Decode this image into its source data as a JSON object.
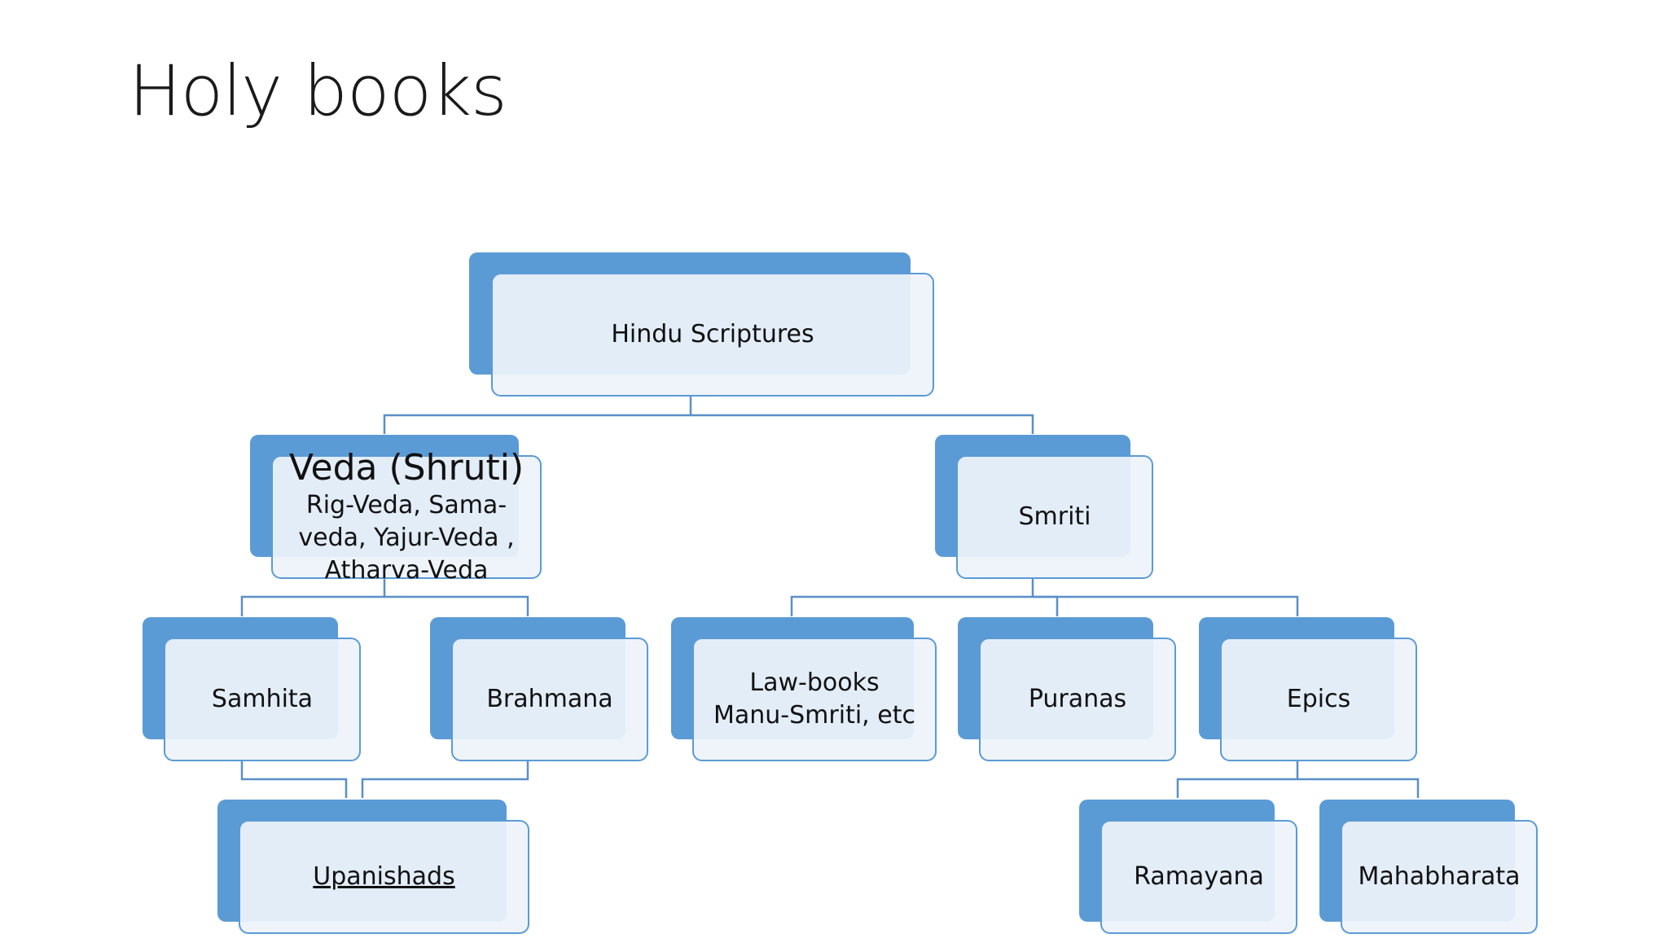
{
  "slide": {
    "title": "Holy books"
  },
  "diagram": {
    "root": {
      "label": "Hindu Scriptures"
    },
    "veda": {
      "label": "Veda (Shruti)",
      "detail": "Rig-Veda, Sama-veda, Yajur-Veda , Atharva-Veda"
    },
    "smriti": {
      "label": "Smriti"
    },
    "samhita": {
      "label": "Samhita"
    },
    "brahmana": {
      "label": "Brahmana"
    },
    "upanishads": {
      "label": "Upanishads"
    },
    "lawbooks": {
      "label": "Law-books",
      "detail": "Manu-Smriti, etc"
    },
    "puranas": {
      "label": "Puranas"
    },
    "epics": {
      "label": "Epics"
    },
    "ramayana": {
      "label": "Ramayana"
    },
    "mahabharata": {
      "label": "Mahabharata"
    }
  },
  "colors": {
    "accent": "#5b9bd5",
    "box_fill": "#eef3fb",
    "connector": "#5b8fc9"
  }
}
